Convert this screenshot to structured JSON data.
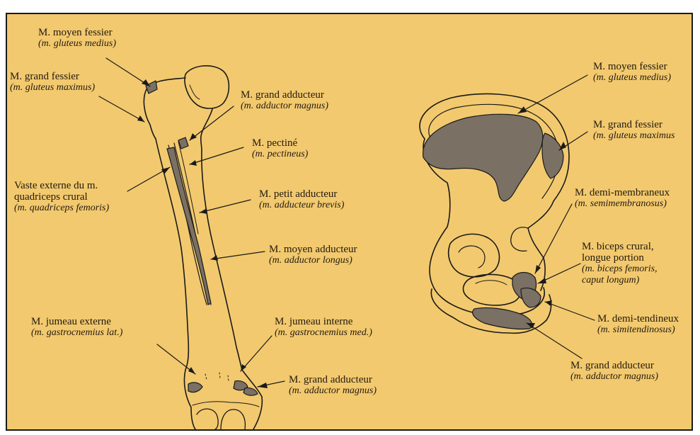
{
  "colors": {
    "background": "#f2c96e",
    "outline": "#1a1a1a",
    "muscle_fill": "#7a7064",
    "text": "#231a10"
  },
  "femur": {
    "labels": {
      "gluteus_medius": {
        "fr": "M. moyen fessier",
        "la": "(m. gluteus medius)"
      },
      "gluteus_maximus": {
        "fr": "M. grand fessier",
        "la": "(m. gluteus maximus)"
      },
      "adductor_magnus_top": {
        "fr": "M. grand adducteur",
        "la": "(m. adductor magnus)"
      },
      "pectineus": {
        "fr": "M. pectiné",
        "la": "(m. pectineus)"
      },
      "vastus_lateralis": {
        "fr1": "Vaste externe du m.",
        "fr2": "quadriceps crural",
        "la": "(m. quadriceps femoris)"
      },
      "adductor_brevis": {
        "fr": "M. petit adducteur",
        "la": "(m. adducteur brevis)"
      },
      "adductor_longus": {
        "fr": "M. moyen adducteur",
        "la": "(m. adductor longus)"
      },
      "gastrocnemius_lat": {
        "fr": "M. jumeau externe",
        "la": "(m. gastrocnemius lat.)"
      },
      "gastrocnemius_med": {
        "fr": "M. jumeau interne",
        "la": "(m. gastrocnemius med.)"
      },
      "adductor_magnus_bottom": {
        "fr": "M. grand adducteur",
        "la": "(m. adductor magnus)"
      }
    }
  },
  "pelvis": {
    "labels": {
      "gluteus_medius": {
        "fr": "M. moyen fessier",
        "la": "(m. gluteus medius)"
      },
      "gluteus_maximus": {
        "fr": "M. grand fessier",
        "la": "(m. gluteus maximus"
      },
      "semimembranosus": {
        "fr": "M. demi-membraneux",
        "la": "(m. semimembranosus)"
      },
      "biceps_femoris": {
        "fr1": "M. biceps crural,",
        "fr2": "longue portion",
        "la1": "(m. biceps femoris,",
        "la2": "caput longum)"
      },
      "semitendinosus": {
        "fr": "M. demi-tendineux",
        "la": "(m. simitendinosus)"
      },
      "adductor_magnus": {
        "fr": "M. grand adducteur",
        "la": "(m. adductor magnus)"
      }
    }
  }
}
